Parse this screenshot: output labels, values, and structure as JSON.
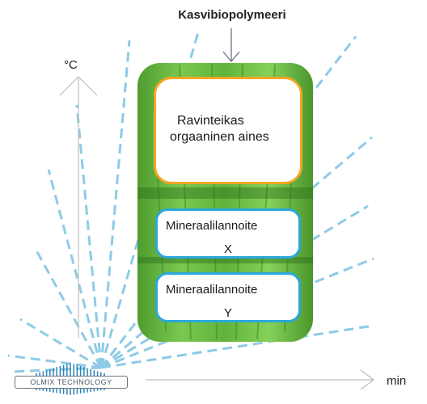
{
  "title": "Kasvibiopolymeeri",
  "y_unit": "°C",
  "x_unit": "min",
  "boxes": {
    "organic": "Ravinteikas orgaaninen aines",
    "mineral_x": {
      "label": "Mineraalilannoite",
      "sub": "X"
    },
    "mineral_y": {
      "label": "Mineraalilannoite",
      "sub": "Y"
    }
  },
  "logo": "OLMIX TECHNOLOGY",
  "colors": {
    "plant_green": "#6cc04a",
    "orange_border": "#f6a623",
    "blue_border": "#2aa8dc",
    "dashed_rays": "#8dcbe6",
    "axis": "#bdbdbd"
  }
}
